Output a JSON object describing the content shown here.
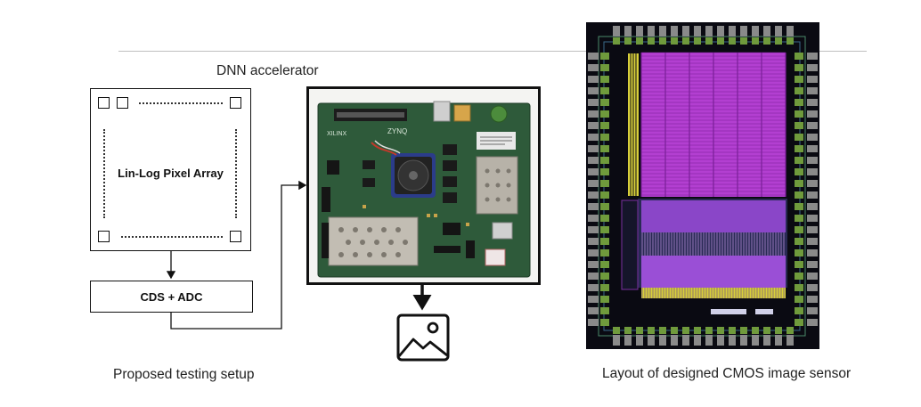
{
  "labels": {
    "dnn_accelerator": "DNN accelerator",
    "pixel_array": "Lin-Log Pixel Array",
    "cds_adc": "CDS + ADC",
    "proposed_setup": "Proposed testing setup",
    "layout_caption": "Layout of designed CMOS image sensor"
  },
  "board_silkscreen": {
    "brand": "XILINX",
    "product": "ZYNQ"
  },
  "icons": [
    "image-icon"
  ],
  "colors": {
    "line": "#111111",
    "divider": "#bfbfbf",
    "board_green": "#2e5a3a",
    "chip_die": "#0a0a12",
    "pixel_array": "#b33fd1",
    "pad_green": "#6f9a3c",
    "routing_yellow": "#d8cf3a"
  }
}
